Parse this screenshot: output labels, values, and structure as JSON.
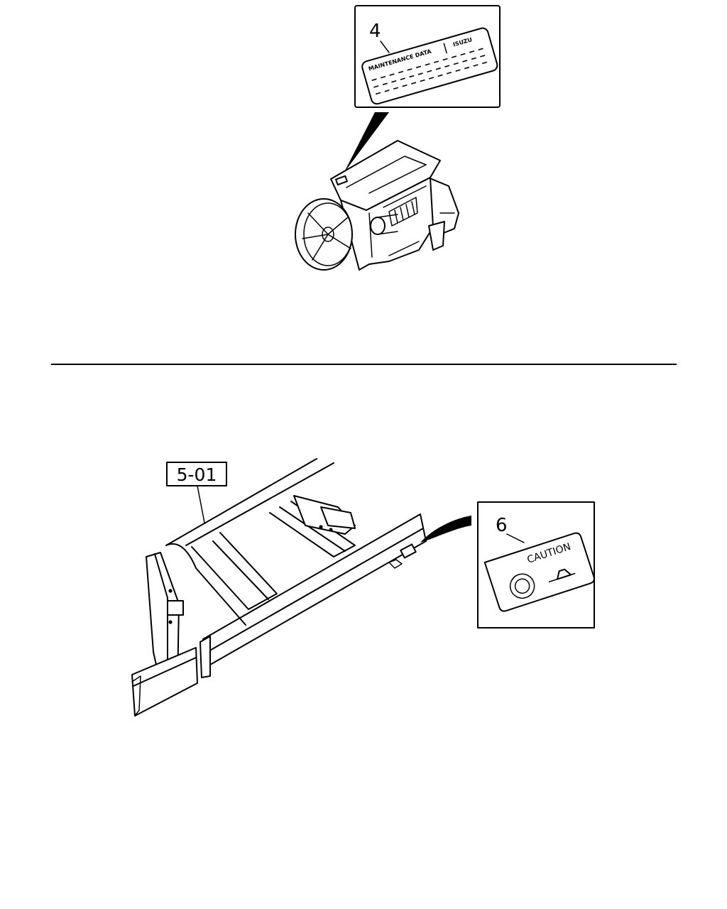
{
  "figure": {
    "upper": {
      "callout_number": "4",
      "label_text_heading": "MAINTENANCE DATA",
      "label_text_brand": "ISUZU"
    },
    "lower": {
      "reference_code": "5-01",
      "callout_number": "6",
      "caution_text": "CAUTION"
    }
  }
}
